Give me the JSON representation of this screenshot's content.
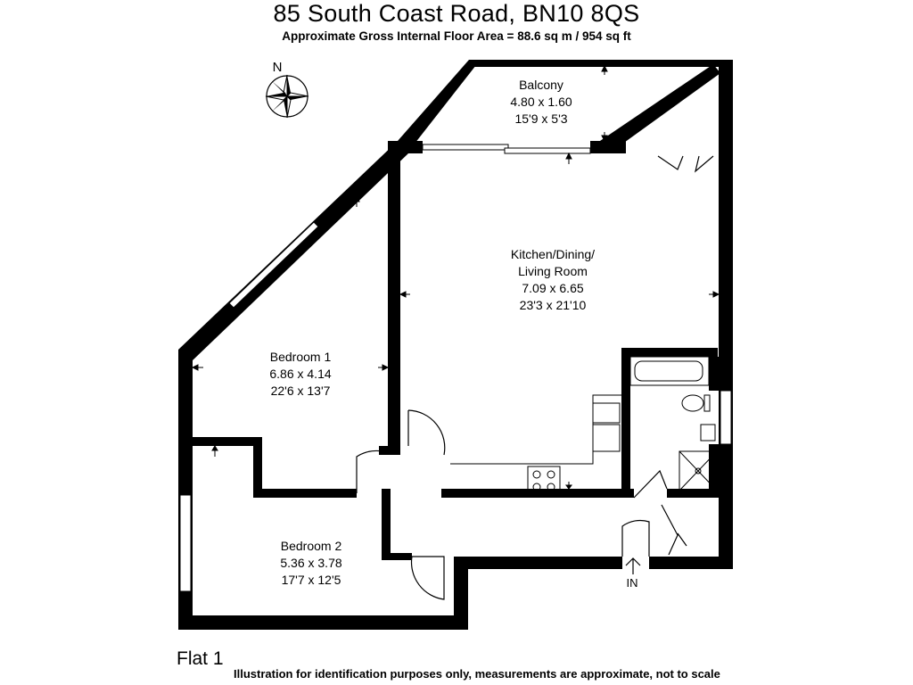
{
  "header": {
    "title": "85 South Coast Road, BN10 8QS",
    "subtitle": "Approximate Gross Internal Floor Area = 88.6 sq m / 954 sq ft"
  },
  "compass": {
    "label": "N",
    "icon": "compass-rose-icon"
  },
  "rooms": {
    "balcony": {
      "name": "Balcony",
      "metric": "4.80 x 1.60",
      "imperial": "15'9 x 5'3"
    },
    "kitchen": {
      "name_line1": "Kitchen/Dining/",
      "name_line2": "Living Room",
      "metric": "7.09 x 6.65",
      "imperial": "23'3 x 21'10"
    },
    "bedroom1": {
      "name": "Bedroom 1",
      "metric": "6.86 x 4.14",
      "imperial": "22'6 x 13'7"
    },
    "bedroom2": {
      "name": "Bedroom 2",
      "metric": "5.36 x 3.78",
      "imperial": "17'7 x 12'5"
    }
  },
  "entrance": {
    "label": "IN"
  },
  "footer": {
    "floor_label": "Flat 1",
    "disclaimer": "Illustration for identification purposes only, measurements are approximate, not to scale"
  }
}
